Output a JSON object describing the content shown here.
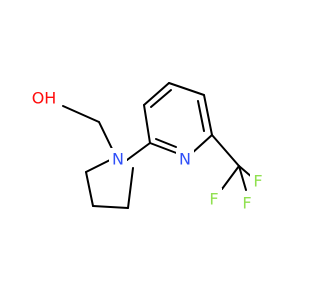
{
  "molecule": {
    "colors": {
      "bond": "#000000",
      "oxygen": "#ff0d0d",
      "nitrogen": "#3050f8",
      "fluorine": "#90e050"
    },
    "atoms": {
      "hydroxyl": {
        "text": "OH",
        "element": "O"
      },
      "pyrrolidine_n": {
        "text": "N",
        "element": "N"
      },
      "pyridine_n": {
        "text": "N",
        "element": "N"
      },
      "fluorine_1": {
        "text": "F",
        "element": "F"
      },
      "fluorine_2": {
        "text": "F",
        "element": "F"
      },
      "fluorine_3": {
        "text": "F",
        "element": "F"
      }
    }
  }
}
